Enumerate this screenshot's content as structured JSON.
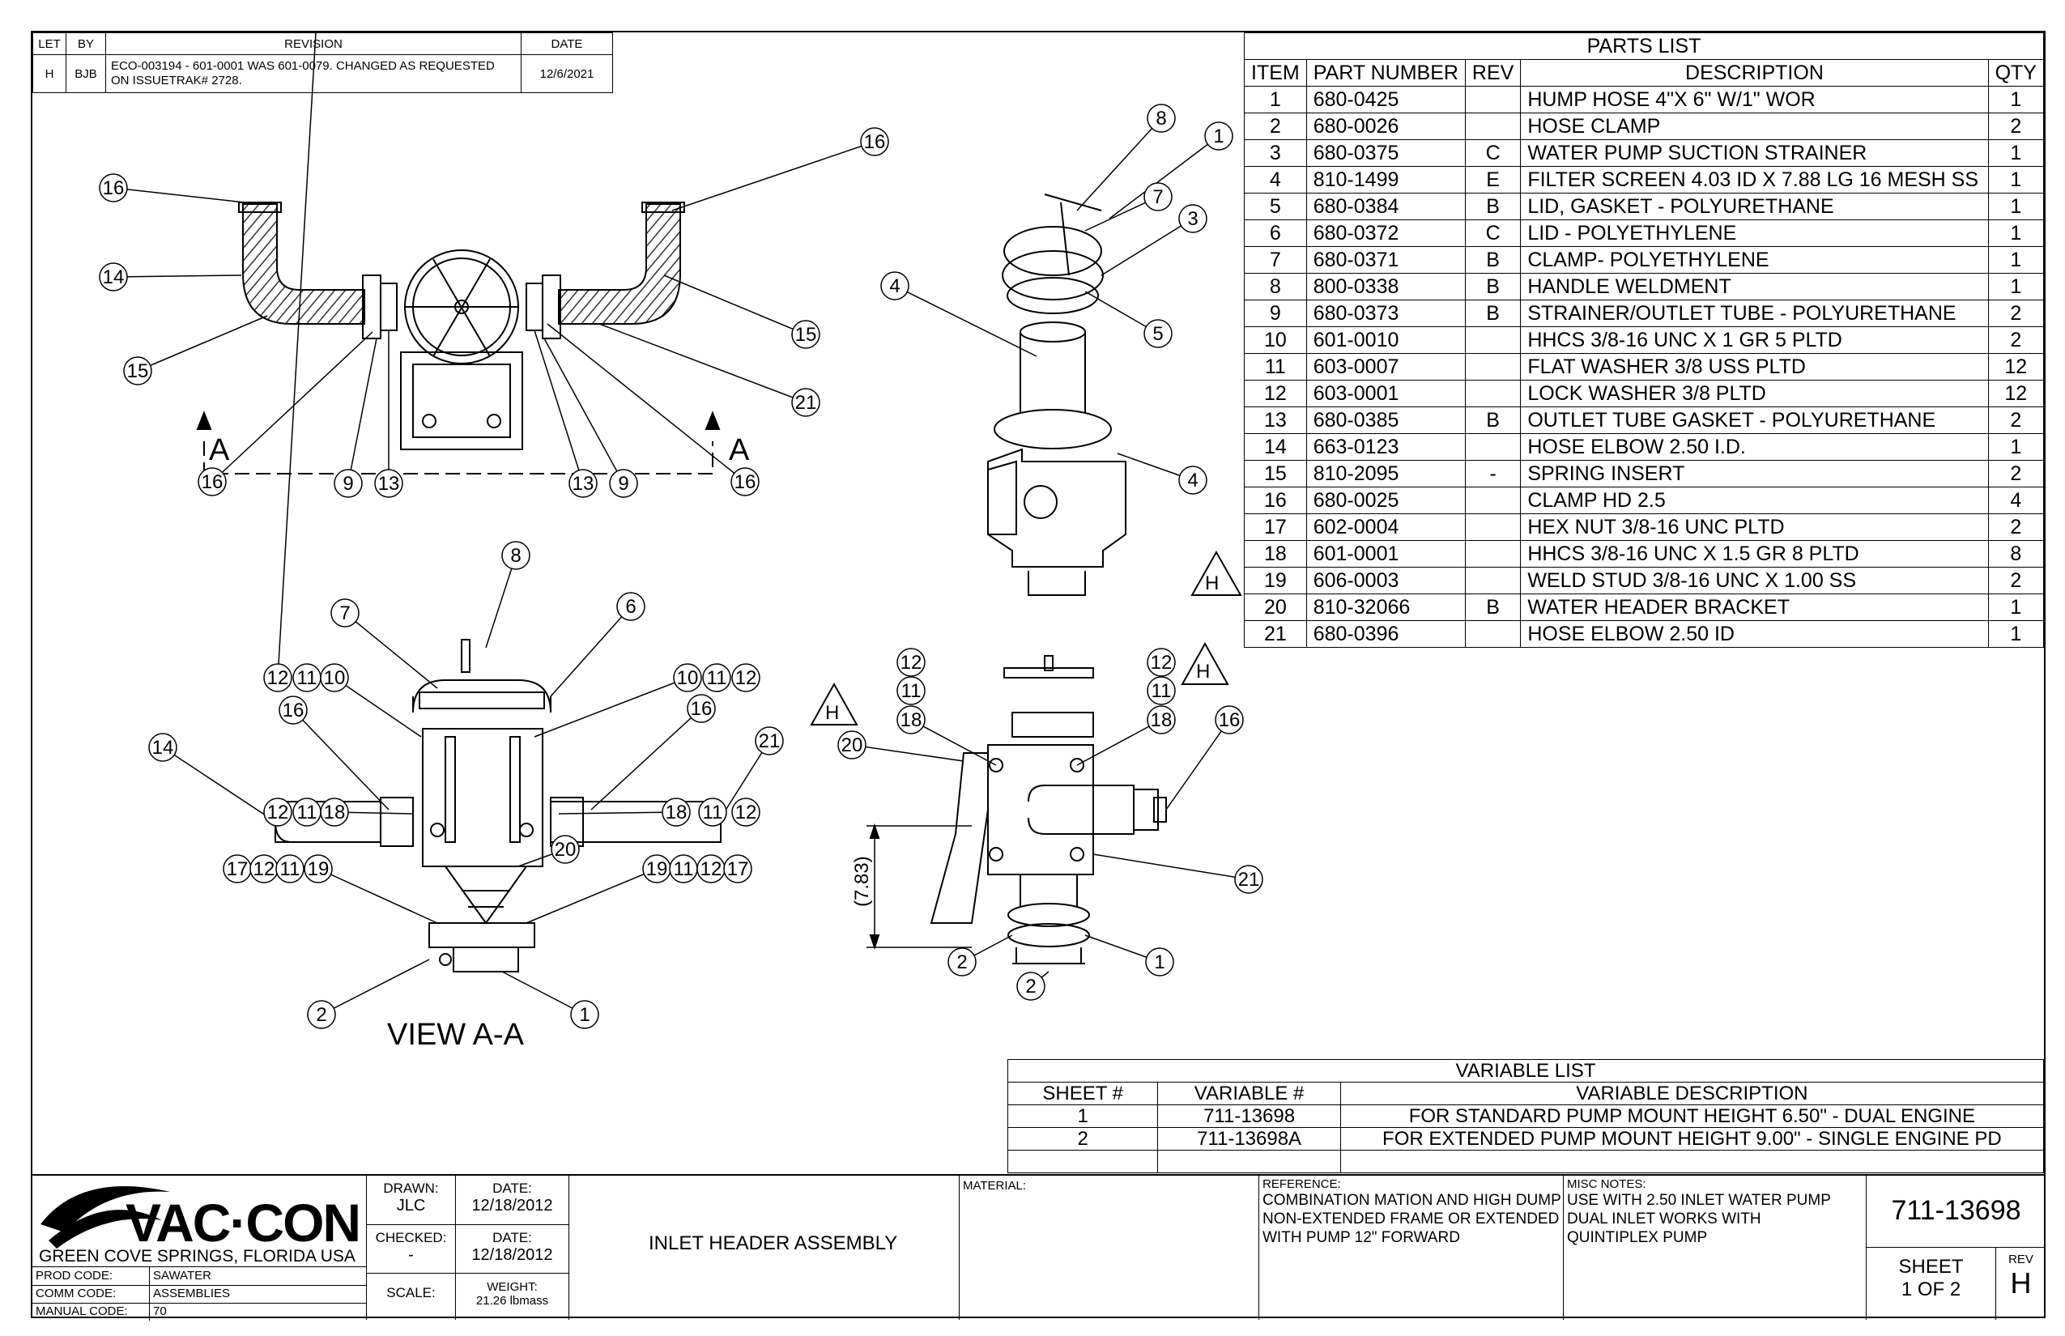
{
  "revision_block": {
    "headers": [
      "LET",
      "BY",
      "REVISION",
      "DATE"
    ],
    "row": {
      "let": "H",
      "by": "BJB",
      "text": "ECO-003194 - 601-0001 WAS 601-0079. CHANGED AS REQUESTED ON ISSUETRAK# 2728.",
      "date": "12/6/2021"
    }
  },
  "parts_list": {
    "title": "PARTS LIST",
    "headers": [
      "ITEM",
      "PART NUMBER",
      "REV",
      "DESCRIPTION",
      "QTY"
    ],
    "rows": [
      {
        "item": "1",
        "part": "680-0425",
        "rev": "",
        "desc": "HUMP HOSE 4\"X 6\" W/1\" WOR",
        "qty": "1"
      },
      {
        "item": "2",
        "part": "680-0026",
        "rev": "",
        "desc": "HOSE CLAMP",
        "qty": "2"
      },
      {
        "item": "3",
        "part": "680-0375",
        "rev": "C",
        "desc": "WATER PUMP SUCTION STRAINER",
        "qty": "1"
      },
      {
        "item": "4",
        "part": "810-1499",
        "rev": "E",
        "desc": "FILTER SCREEN 4.03 ID X 7.88 LG 16 MESH SS",
        "qty": "1"
      },
      {
        "item": "5",
        "part": "680-0384",
        "rev": "B",
        "desc": "LID, GASKET - POLYURETHANE",
        "qty": "1"
      },
      {
        "item": "6",
        "part": "680-0372",
        "rev": "C",
        "desc": "LID - POLYETHYLENE",
        "qty": "1"
      },
      {
        "item": "7",
        "part": "680-0371",
        "rev": "B",
        "desc": "CLAMP- POLYETHYLENE",
        "qty": "1"
      },
      {
        "item": "8",
        "part": "800-0338",
        "rev": "B",
        "desc": "HANDLE WELDMENT",
        "qty": "1"
      },
      {
        "item": "9",
        "part": "680-0373",
        "rev": "B",
        "desc": "STRAINER/OUTLET TUBE - POLYURETHANE",
        "qty": "2"
      },
      {
        "item": "10",
        "part": "601-0010",
        "rev": "",
        "desc": "HHCS 3/8-16 UNC X 1 GR 5 PLTD",
        "qty": "2"
      },
      {
        "item": "11",
        "part": "603-0007",
        "rev": "",
        "desc": "FLAT WASHER 3/8 USS PLTD",
        "qty": "12"
      },
      {
        "item": "12",
        "part": "603-0001",
        "rev": "",
        "desc": "LOCK WASHER 3/8 PLTD",
        "qty": "12"
      },
      {
        "item": "13",
        "part": "680-0385",
        "rev": "B",
        "desc": "OUTLET TUBE GASKET - POLYURETHANE",
        "qty": "2"
      },
      {
        "item": "14",
        "part": "663-0123",
        "rev": "",
        "desc": "HOSE ELBOW 2.50 I.D.",
        "qty": "1"
      },
      {
        "item": "15",
        "part": "810-2095",
        "rev": "-",
        "desc": "SPRING INSERT",
        "qty": "2"
      },
      {
        "item": "16",
        "part": "680-0025",
        "rev": "",
        "desc": "CLAMP HD 2.5",
        "qty": "4"
      },
      {
        "item": "17",
        "part": "602-0004",
        "rev": "",
        "desc": "HEX NUT 3/8-16 UNC PLTD",
        "qty": "2"
      },
      {
        "item": "18",
        "part": "601-0001",
        "rev": "",
        "desc": "HHCS 3/8-16 UNC X 1.5 GR 8 PLTD",
        "qty": "8"
      },
      {
        "item": "19",
        "part": "606-0003",
        "rev": "",
        "desc": "WELD STUD 3/8-16 UNC X 1.00 SS",
        "qty": "2"
      },
      {
        "item": "20",
        "part": "810-32066",
        "rev": "B",
        "desc": "WATER HEADER BRACKET",
        "qty": "1"
      },
      {
        "item": "21",
        "part": "680-0396",
        "rev": "",
        "desc": "HOSE ELBOW 2.50 ID",
        "qty": "1"
      }
    ],
    "rev_marker": "H"
  },
  "variable_list": {
    "title": "VARIABLE LIST",
    "headers": [
      "SHEET #",
      "VARIABLE #",
      "VARIABLE DESCRIPTION"
    ],
    "rows": [
      {
        "sheet": "1",
        "variable": "711-13698",
        "desc": "FOR STANDARD PUMP MOUNT HEIGHT 6.50\" - DUAL ENGINE"
      },
      {
        "sheet": "2",
        "variable": "711-13698A",
        "desc": "FOR EXTENDED PUMP MOUNT HEIGHT 9.00\" - SINGLE ENGINE PD"
      }
    ]
  },
  "title_block": {
    "company": "VAC·CON",
    "location": "GREEN COVE SPRINGS, FLORIDA USA",
    "prod_code_label": "PROD CODE:",
    "prod_code": "SAWATER",
    "comm_code_label": "COMM CODE:",
    "comm_code": "ASSEMBLIES",
    "manual_code_label": "MANUAL CODE:",
    "manual_code": "70",
    "drawn_label": "DRAWN:",
    "drawn": "JLC",
    "date_label": "DATE:",
    "drawn_date": "12/18/2012",
    "checked_label": "CHECKED:",
    "checked": "-",
    "checked_date": "12/18/2012",
    "scale_label": "SCALE:",
    "weight_label": "WEIGHT:",
    "weight": "21.26 lbmass",
    "title": "INLET HEADER ASSEMBLY",
    "material_label": "MATERIAL:",
    "reference_label": "REFERENCE:",
    "reference": "COMBINATION MATION AND HIGH DUMP NON-EXTENDED FRAME OR EXTENDED WITH PUMP 12\" FORWARD",
    "misc_label": "MISC NOTES:",
    "misc": "USE WITH 2.50 INLET WATER PUMP DUAL INLET WORKS WITH QUINTIPLEX PUMP",
    "drawing_number": "711-13698",
    "sheet_label": "SHEET",
    "sheet": "1  OF 2",
    "rev_label": "REV",
    "rev": "H"
  },
  "views": {
    "view_aa_label": "VIEW A-A",
    "section_letter": "A",
    "dimension": "(7.83)"
  }
}
